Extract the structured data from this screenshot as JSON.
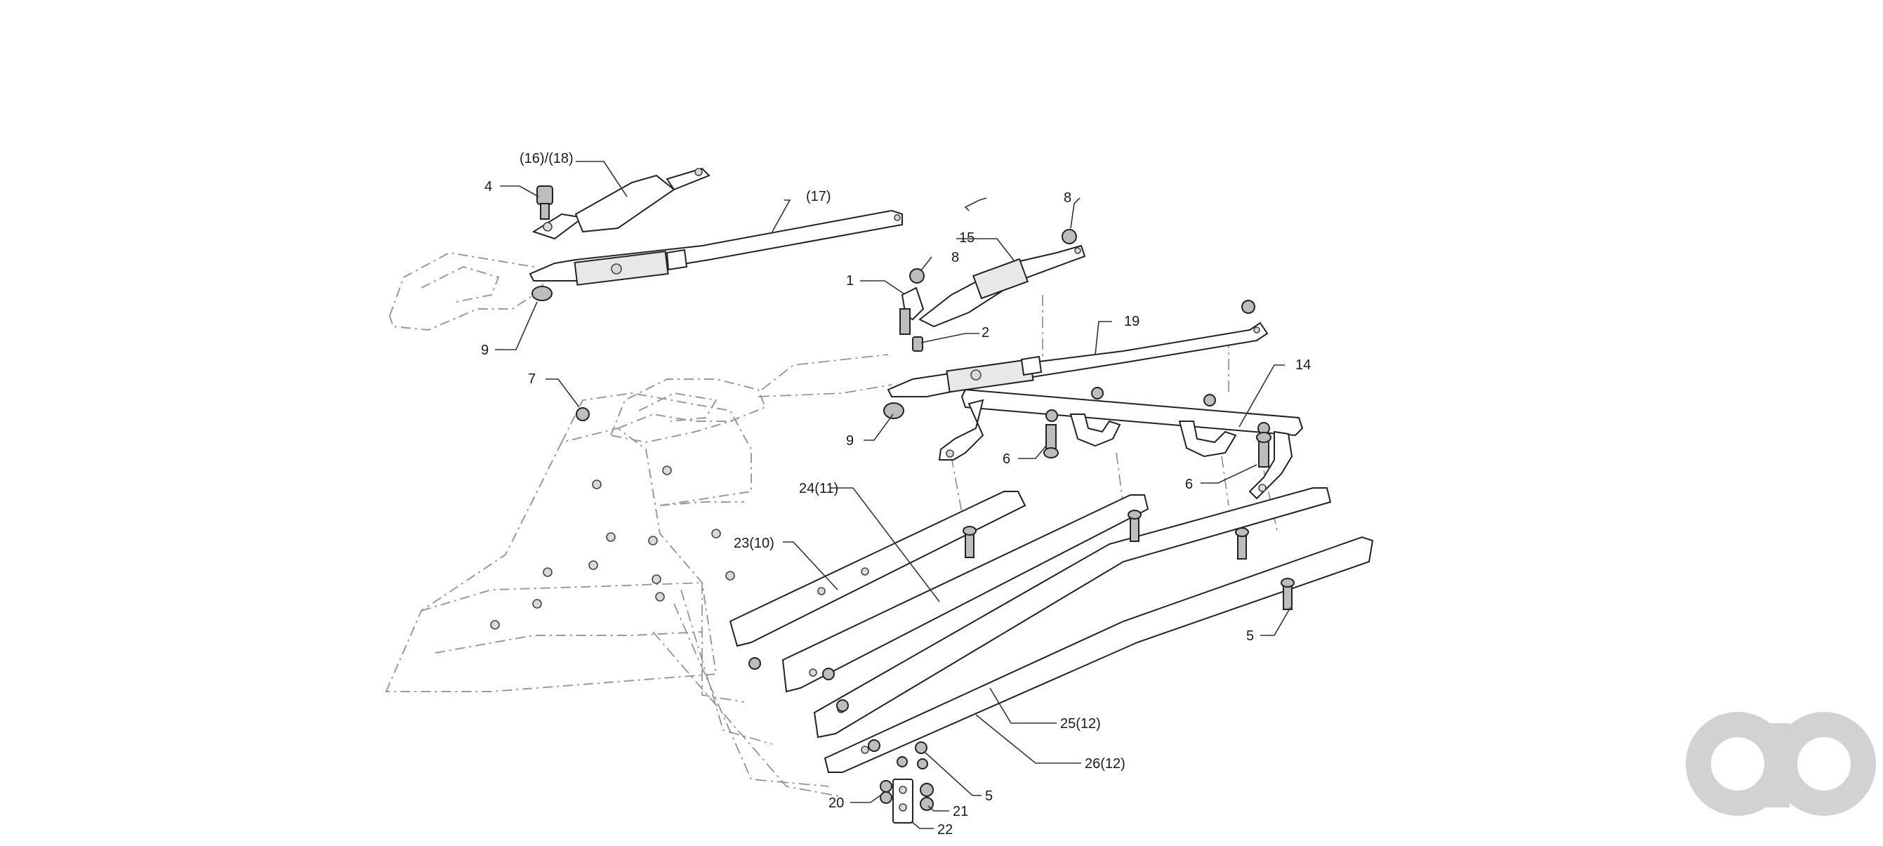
{
  "labels": {
    "l_16_18": "(16)/(18)",
    "l_4": "4",
    "l_17": "(17)",
    "l_9a": "9",
    "l_8a": "8",
    "l_15": "15",
    "l_8b": "8",
    "l_1": "1",
    "l_2": "2",
    "l_19": "19",
    "l_7": "7",
    "l_14": "14",
    "l_9b": "9",
    "l_6a": "6",
    "l_6b": "6",
    "l_24_11": "24(11)",
    "l_23_10": "23(10)",
    "l_5a": "5",
    "l_25_12": "25(12)",
    "l_26_12": "26(12)",
    "l_5b": "5",
    "l_20": "20",
    "l_21": "21",
    "l_22": "22"
  },
  "logo": {
    "icon": "ao-logo-icon",
    "color": "#d2d2d2"
  }
}
